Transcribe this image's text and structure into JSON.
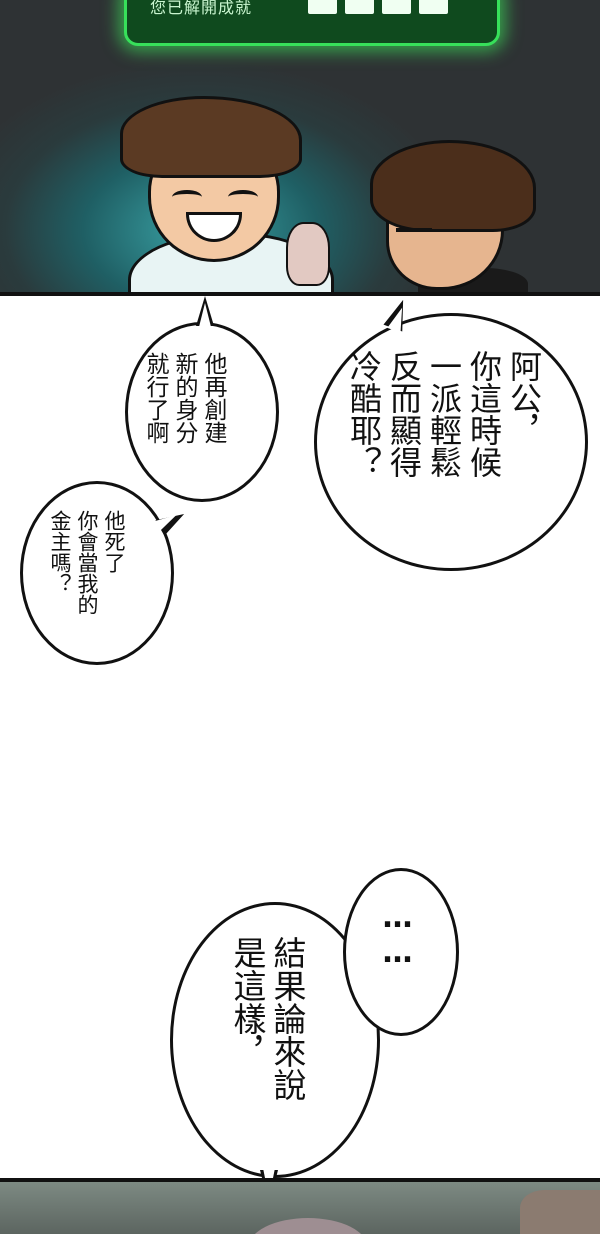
{
  "top_panel": {
    "achievement_text": "您已解開成就"
  },
  "bubbles": {
    "create_identity": "他再創建\n新的身分\n就行了啊",
    "grandpa": "阿公，\n你這時候\n一派輕鬆\n反而顯得\n冷酷耶？",
    "sponsor": "他死了\n你會當我的\n金主嗎？",
    "ellipsis": "……",
    "conclusion": "結果論來說\n是這樣，"
  }
}
